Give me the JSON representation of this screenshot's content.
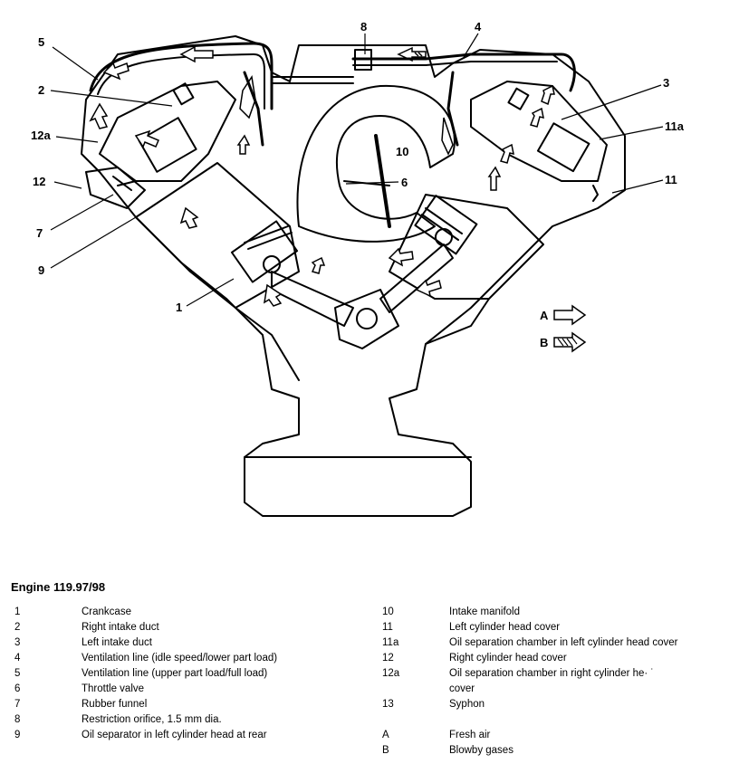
{
  "callouts": {
    "c5": "5",
    "c2": "2",
    "c12a": "12a",
    "c12": "12",
    "c7": "7",
    "c9": "9",
    "c1": "1",
    "c8": "8",
    "c4": "4",
    "c3": "3",
    "c11a": "11a",
    "c11": "11",
    "c10": "10",
    "c6": "6",
    "cA": "A",
    "cB": "B"
  },
  "legend_title": "Engine 119.97/98",
  "legend_left": [
    {
      "num": "1",
      "text": "Crankcase"
    },
    {
      "num": "2",
      "text": "Right intake duct"
    },
    {
      "num": "3",
      "text": "Left intake duct"
    },
    {
      "num": "4",
      "text": "Ventilation line (idle speed/lower part load)"
    },
    {
      "num": "5",
      "text": "Ventilation line (upper part load/full load)"
    },
    {
      "num": "6",
      "text": "Throttle valve"
    },
    {
      "num": "7",
      "text": "Rubber funnel"
    },
    {
      "num": "8",
      "text": "Restriction orifice, 1.5 mm dia."
    },
    {
      "num": "9",
      "text": "Oil separator in left cylinder head at rear"
    }
  ],
  "legend_right": [
    {
      "num": "10",
      "text": "Intake manifold"
    },
    {
      "num": "11",
      "text": "Left cylinder head cover"
    },
    {
      "num": "11a",
      "text": "Oil separation chamber in left cylinder head cover"
    },
    {
      "num": "12",
      "text": "Right cylinder head cover"
    },
    {
      "num": "12a",
      "text": "Oil separation chamber in right cylinder he· ˙"
    },
    {
      "num": "",
      "text": "cover"
    },
    {
      "num": "13",
      "text": "Syphon"
    }
  ],
  "legend_right_ab": [
    {
      "num": "A",
      "text": "Fresh air"
    },
    {
      "num": "B",
      "text": "Blowby gases"
    }
  ]
}
